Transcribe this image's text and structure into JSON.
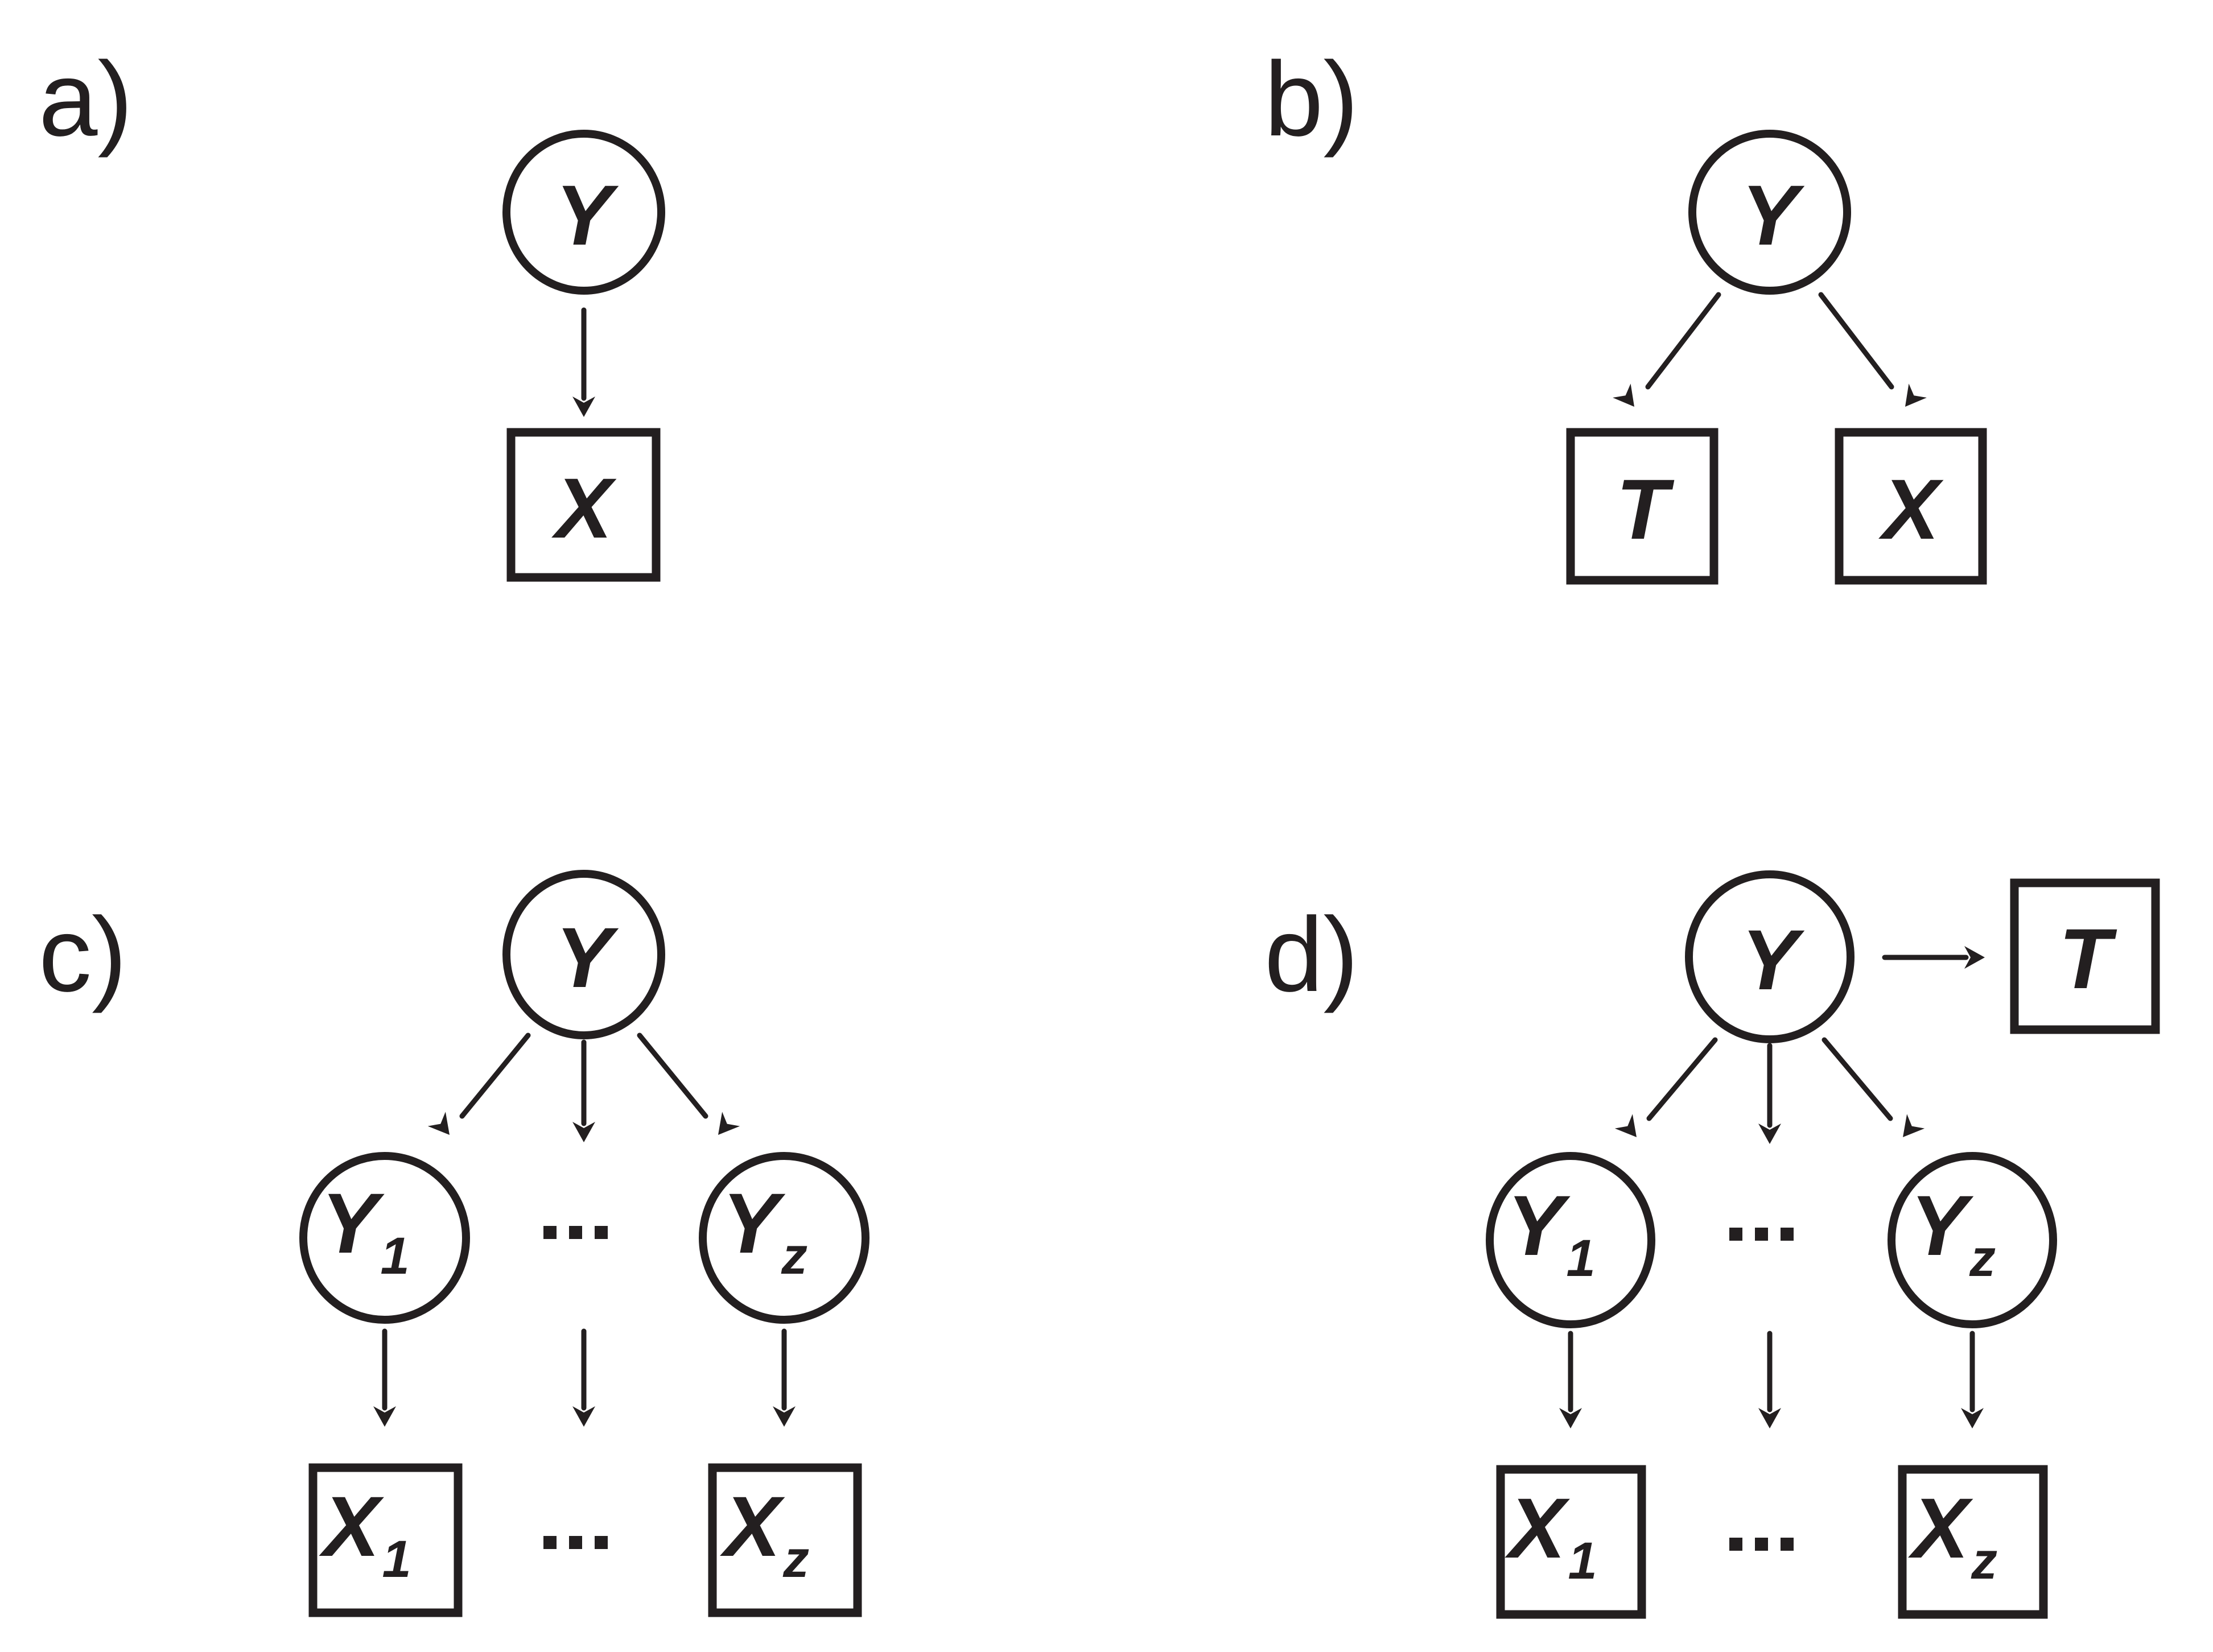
{
  "figure": {
    "background_color": "#ffffff",
    "ink_color": "#231f20",
    "description": "Four probabilistic graphical models labelled a) through d). Circles denote latent variables, squares denote observed variables, arrows denote directed dependencies."
  },
  "panels": [
    {
      "id": "a",
      "label": "a)",
      "nodes": [
        {
          "name": "Y",
          "base": "Y",
          "sub": "",
          "shape": "circle",
          "role": "latent"
        },
        {
          "name": "X",
          "base": "X",
          "sub": "",
          "shape": "square",
          "role": "observed"
        }
      ],
      "edges": [
        {
          "from": "Y",
          "to": "X",
          "direction": "down"
        }
      ],
      "ellipses": []
    },
    {
      "id": "b",
      "label": "b)",
      "nodes": [
        {
          "name": "Y",
          "base": "Y",
          "sub": "",
          "shape": "circle",
          "role": "latent"
        },
        {
          "name": "T",
          "base": "T",
          "sub": "",
          "shape": "square",
          "role": "observed"
        },
        {
          "name": "X",
          "base": "X",
          "sub": "",
          "shape": "square",
          "role": "observed"
        }
      ],
      "edges": [
        {
          "from": "Y",
          "to": "T",
          "direction": "down-left"
        },
        {
          "from": "Y",
          "to": "X",
          "direction": "down-right"
        }
      ],
      "ellipses": []
    },
    {
      "id": "c",
      "label": "c)",
      "nodes": [
        {
          "name": "Y",
          "base": "Y",
          "sub": "",
          "shape": "circle",
          "role": "latent"
        },
        {
          "name": "Y1",
          "base": "Y",
          "sub": "1",
          "shape": "circle",
          "role": "latent"
        },
        {
          "name": "Yz",
          "base": "Y",
          "sub": "z",
          "shape": "circle",
          "role": "latent"
        },
        {
          "name": "X1",
          "base": "X",
          "sub": "1",
          "shape": "square",
          "role": "observed"
        },
        {
          "name": "Xz",
          "base": "X",
          "sub": "z",
          "shape": "square",
          "role": "observed"
        }
      ],
      "edges": [
        {
          "from": "Y",
          "to": "Y1",
          "direction": "down-left"
        },
        {
          "from": "Y",
          "to": "middle",
          "direction": "down"
        },
        {
          "from": "Y",
          "to": "Yz",
          "direction": "down-right"
        },
        {
          "from": "Y1",
          "to": "X1",
          "direction": "down"
        },
        {
          "from": "middle",
          "to": "middle",
          "direction": "down"
        },
        {
          "from": "Yz",
          "to": "Xz",
          "direction": "down"
        }
      ],
      "ellipses": [
        {
          "between": "Y1-Yz",
          "glyph": "..."
        },
        {
          "between": "X1-Xz",
          "glyph": "..."
        }
      ]
    },
    {
      "id": "d",
      "label": "d)",
      "nodes": [
        {
          "name": "Y",
          "base": "Y",
          "sub": "",
          "shape": "circle",
          "role": "latent"
        },
        {
          "name": "T",
          "base": "T",
          "sub": "",
          "shape": "square",
          "role": "observed"
        },
        {
          "name": "Y1",
          "base": "Y",
          "sub": "1",
          "shape": "circle",
          "role": "latent"
        },
        {
          "name": "Yz",
          "base": "Y",
          "sub": "z",
          "shape": "circle",
          "role": "latent"
        },
        {
          "name": "X1",
          "base": "X",
          "sub": "1",
          "shape": "square",
          "role": "observed"
        },
        {
          "name": "Xz",
          "base": "X",
          "sub": "z",
          "shape": "square",
          "role": "observed"
        }
      ],
      "edges": [
        {
          "from": "Y",
          "to": "T",
          "direction": "right"
        },
        {
          "from": "Y",
          "to": "Y1",
          "direction": "down-left"
        },
        {
          "from": "Y",
          "to": "middle",
          "direction": "down"
        },
        {
          "from": "Y",
          "to": "Yz",
          "direction": "down-right"
        },
        {
          "from": "Y1",
          "to": "X1",
          "direction": "down"
        },
        {
          "from": "middle",
          "to": "middle",
          "direction": "down"
        },
        {
          "from": "Yz",
          "to": "Xz",
          "direction": "down"
        }
      ],
      "ellipses": [
        {
          "between": "Y1-Yz",
          "glyph": "..."
        },
        {
          "between": "X1-Xz",
          "glyph": "..."
        }
      ]
    }
  ],
  "labels": {
    "panel_a": "a)",
    "panel_b": "b)",
    "panel_c": "c)",
    "panel_d": "d)",
    "Y": "Y",
    "X": "X",
    "T": "T",
    "sub_1": "1",
    "sub_z": "z"
  }
}
